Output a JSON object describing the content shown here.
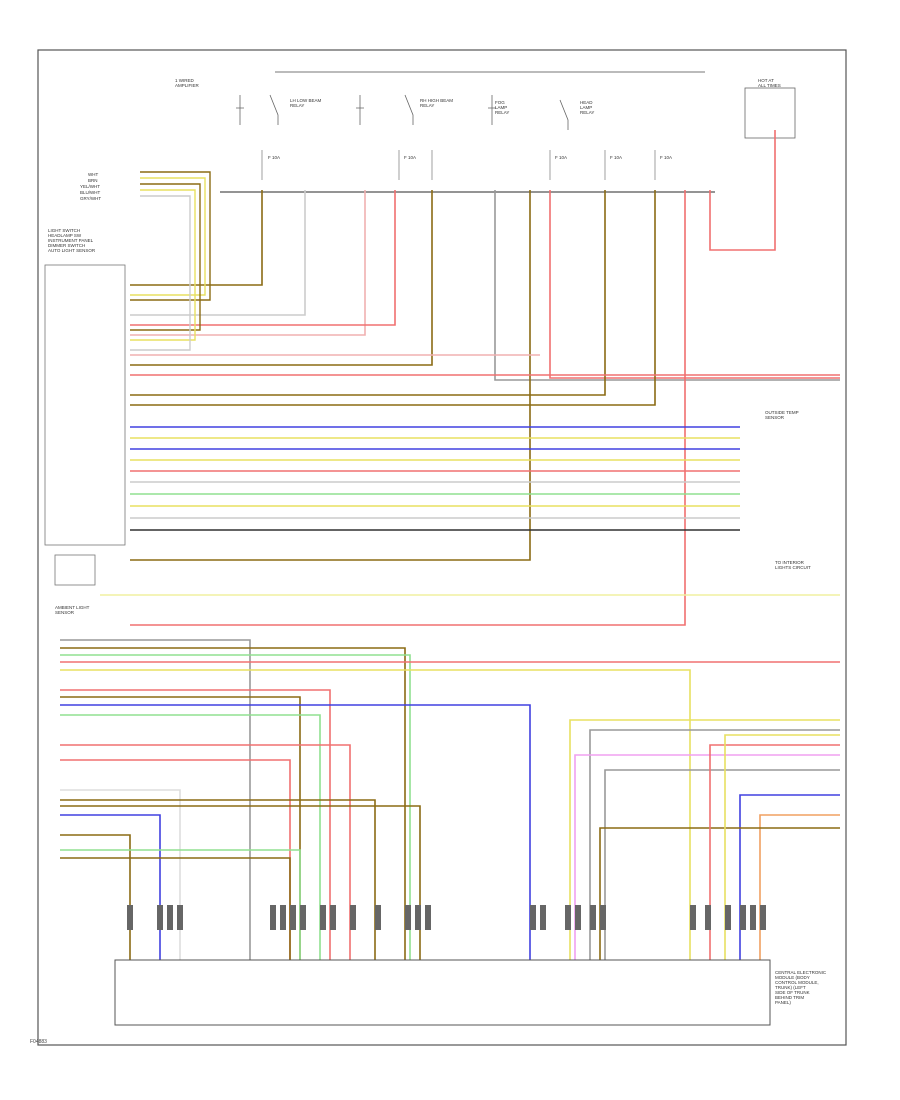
{
  "diagram": {
    "footer_code": "F04883",
    "top_label": "1 WIRED\nAMPLIFIER",
    "relay_labels": [
      "LH LOW BEAM\nRELAY",
      "RH HIGH BEAM\nRELAY",
      "HEAD\nLAMP\nRELAY",
      "FOG\nLAMP\nRELAY"
    ],
    "fuse_labels": [
      "F 10A",
      "F 10A",
      "F 10A",
      "F 10A",
      "F 10A"
    ],
    "right_top_label": "HOT AT\nALL TIMES",
    "switch_block_label": "LIGHT SWITCH\nHEADLAMP SW\nINSTRUMENT PANEL\nDIMMER SWITCH\nAUTO LIGHT SENSOR",
    "sensor_label": "AMBIENT LIGHT\nSENSOR",
    "right_mid_label": "OUTSIDE TEMP\nSENSOR",
    "right_conn_label": "TO INTERIOR\nLIGHTS CIRCUIT",
    "module_label": "CENTRAL ELECTRONIC\nMODULE (BODY\nCONTROL MODULE,\nTRUNK) (LEFT\nSIDE OF TRUNK\nBEHIND TRIM\nPANEL)",
    "wire_legend_left": [
      "WHT",
      "BRN",
      "YEL/WHT",
      "BLU/WHT",
      "GRY/WHT"
    ],
    "colors": {
      "frame": "#555555",
      "brown": "#8B6B14",
      "yellow": "#E8E060",
      "red": "#F07070",
      "blue": "#4040E0",
      "green": "#90E090",
      "gray": "#A0A0A0",
      "black": "#303030",
      "violet": "#E0A0E0",
      "orange": "#F0A060"
    },
    "icons": [
      "fuse-icon",
      "relay-icon",
      "switch-icon",
      "ground-icon",
      "connector-pin-icon"
    ]
  }
}
